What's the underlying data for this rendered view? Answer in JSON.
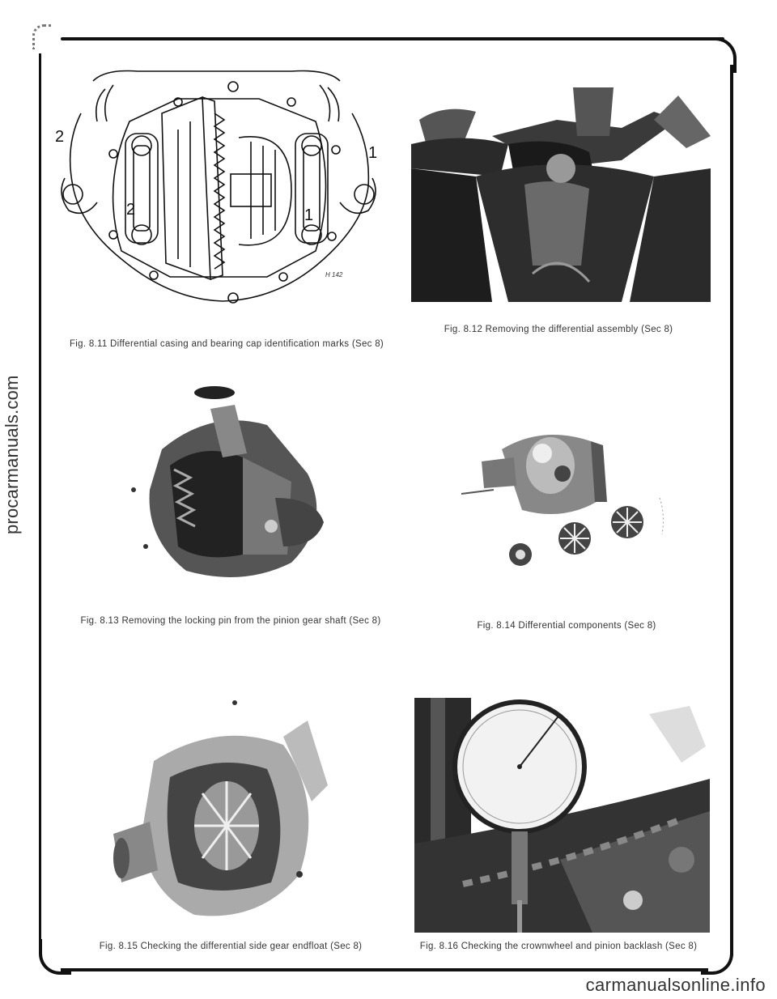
{
  "watermarks": {
    "side": "procarmanuals.com",
    "bottom": "carmanualsonline.info"
  },
  "figures": {
    "fig811": {
      "caption": "Fig. 8.11 Differential casing and bearing cap identification marks (Sec 8)",
      "marks": {
        "left_outer": "2",
        "right_outer": "1",
        "left_cap": "2",
        "right_cap": "1"
      },
      "ref": "H 142"
    },
    "fig812": {
      "caption": "Fig. 8.12 Removing the differential assembly (Sec 8)"
    },
    "fig813": {
      "caption": "Fig. 8.13 Removing the locking pin from the pinion gear shaft (Sec 8)"
    },
    "fig814": {
      "caption": "Fig. 8.14 Differential components (Sec 8)"
    },
    "fig815": {
      "caption": "Fig. 8.15 Checking the differential side gear endfloat (Sec 8)"
    },
    "fig816": {
      "caption": "Fig. 8.16 Checking the crownwheel and pinion backlash (Sec 8)"
    }
  }
}
